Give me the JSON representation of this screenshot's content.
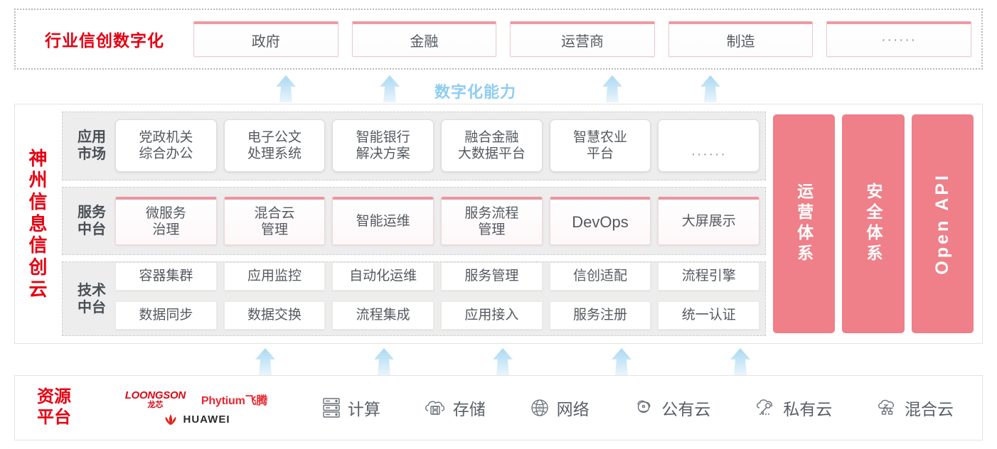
{
  "industry": {
    "title": "行业信创数字化",
    "cards": [
      {
        "label": "政府"
      },
      {
        "label": "金融"
      },
      {
        "label": "运营商"
      },
      {
        "label": "制造"
      },
      {
        "label": "······"
      }
    ]
  },
  "capability_label": "数字化能力",
  "cloud": {
    "title_chars": [
      "神",
      "州",
      "信",
      "息",
      "信",
      "创",
      "云"
    ],
    "layers": [
      {
        "label_lines": [
          "应用",
          "市场"
        ],
        "cards": [
          {
            "lines": [
              "党政机关",
              "综合办公"
            ]
          },
          {
            "lines": [
              "电子公文",
              "处理系统"
            ]
          },
          {
            "lines": [
              "智能银行",
              "解决方案"
            ]
          },
          {
            "lines": [
              "融合金融",
              "大数据平台"
            ]
          },
          {
            "lines": [
              "智慧农业",
              "平台"
            ]
          },
          {
            "lines": [
              "······"
            ]
          }
        ]
      },
      {
        "label_lines": [
          "服务",
          "中台"
        ],
        "cards": [
          {
            "lines": [
              "微服务",
              "治理"
            ]
          },
          {
            "lines": [
              "混合云",
              "管理"
            ]
          },
          {
            "lines": [
              "智能运维"
            ]
          },
          {
            "lines": [
              "服务流程",
              "管理"
            ]
          },
          {
            "lines": [
              "DevOps"
            ]
          },
          {
            "lines": [
              "大屏展示"
            ]
          }
        ]
      },
      {
        "label_lines": [
          "技术",
          "中台"
        ],
        "rows": [
          [
            "容器集群",
            "应用监控",
            "自动化运维",
            "服务管理",
            "信创适配",
            "流程引擎"
          ],
          [
            "数据同步",
            "数据交换",
            "流程集成",
            "应用接入",
            "服务注册",
            "统一认证"
          ]
        ]
      }
    ],
    "pillars": [
      {
        "label": "运营体系",
        "latin": false
      },
      {
        "label": "安全体系",
        "latin": false
      },
      {
        "label": "Open API",
        "latin": true
      }
    ]
  },
  "resource": {
    "title_lines": [
      "资源",
      "平台"
    ],
    "logos": [
      {
        "name": "loongson",
        "en": "LOONGSON",
        "cn": "龙芯"
      },
      {
        "name": "phytium",
        "text": "Phytium飞腾"
      },
      {
        "name": "huawei",
        "text": "HUAWEI"
      }
    ],
    "items": [
      {
        "label": "计算",
        "icon": "server-icon"
      },
      {
        "label": "存储",
        "icon": "cloud-storage-icon"
      },
      {
        "label": "网络",
        "icon": "network-icon"
      },
      {
        "label": "公有云",
        "icon": "public-cloud-icon"
      },
      {
        "label": "私有云",
        "icon": "private-cloud-icon"
      },
      {
        "label": "混合云",
        "icon": "hybrid-cloud-icon"
      }
    ]
  },
  "colors": {
    "brand_red": "#e60012",
    "pillar_pink": "#ef7f88",
    "card_accent": "#eb94a0",
    "arrow_blue": "#bfe2f6",
    "capability_blue": "#8ecdf0",
    "band_gray": "#ededed"
  },
  "arrows": {
    "top_positions": [
      381,
      527,
      840,
      978
    ],
    "bottom_positions": [
      352,
      519,
      686,
      853,
      1020
    ]
  }
}
